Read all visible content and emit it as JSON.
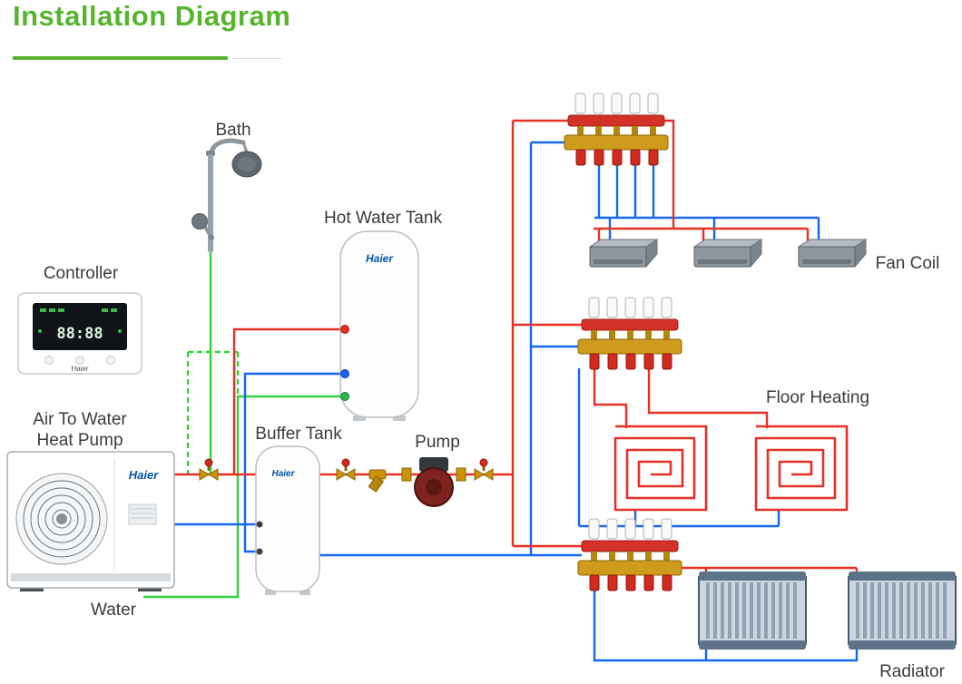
{
  "title": "Installation Diagram",
  "brand": "Haier",
  "labels": {
    "bath": "Bath",
    "hot_water_tank": "Hot Water Tank",
    "controller": "Controller",
    "heat_pump_line1": "Air To Water",
    "heat_pump_line2": "Heat Pump",
    "buffer_tank": "Buffer Tank",
    "pump": "Pump",
    "water": "Water",
    "fan_coil": "Fan Coil",
    "floor_heating": "Floor Heating",
    "radiator": "Radiator"
  },
  "controller_display": "88:88",
  "colors": {
    "title_green": "#57b42f",
    "hot_pipe_red": "#e53125",
    "cold_pipe_blue": "#1667ee",
    "water_pipe_green": "#33d33a",
    "haier_blue": "#0055a5",
    "brass": "#c9940a"
  }
}
